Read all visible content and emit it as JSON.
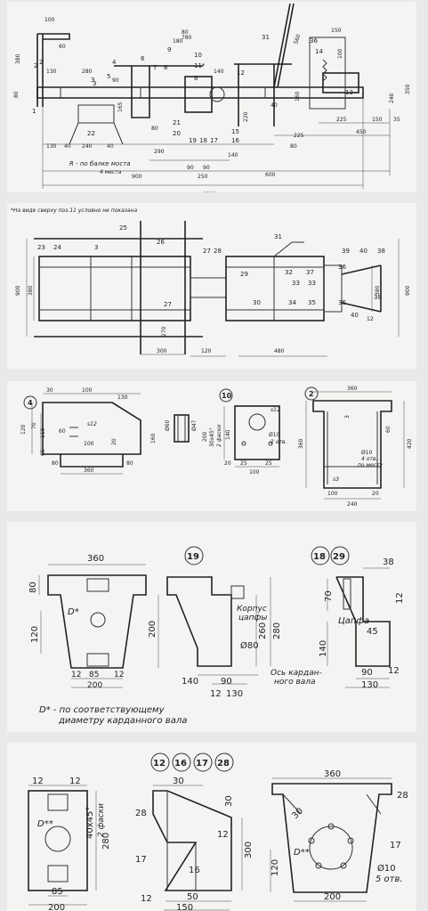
{
  "section1": {
    "dims": [
      "100",
      "380",
      "60",
      "130",
      "280",
      "3",
      "90",
      "165",
      "80",
      "22",
      "2",
      "1",
      "130",
      "40",
      "240",
      "40",
      "290",
      "80",
      "21",
      "20",
      "19",
      "18",
      "17",
      "15",
      "16",
      "220",
      "140",
      "90",
      "90",
      "250",
      "600",
      "225",
      "80",
      "450",
      "225",
      "150",
      "35",
      "240",
      "350",
      "150",
      "100",
      "140",
      "180",
      "160",
      "780",
      "2220",
      "900",
      "560"
    ],
    "nums": [
      "2",
      "4",
      "5",
      "6",
      "7",
      "8",
      "9",
      "80",
      "10",
      "11*",
      "6",
      "12",
      "31",
      "36",
      "14",
      "13",
      "40",
      "3"
    ],
    "note1": "R - по балке моста",
    "note2": "4 места"
  },
  "section2": {
    "header": "*На виде сверху поз.11 условно не показана",
    "nums": [
      "25",
      "23",
      "24",
      "3",
      "26",
      "27",
      "27",
      "28",
      "29",
      "31",
      "39",
      "40",
      "38",
      "32",
      "37",
      "33",
      "33",
      "30",
      "34",
      "35",
      "36",
      "36",
      "38",
      "40",
      "12"
    ],
    "dims": [
      "900",
      "380",
      "270",
      "300",
      "120",
      "480",
      "380",
      "900"
    ]
  },
  "section3": {
    "markers": [
      "4",
      "10",
      "2"
    ],
    "part4": [
      "30",
      "100",
      "130",
      "70",
      "120",
      "110",
      "65",
      "60",
      "s12",
      "100",
      "20",
      "160",
      "80",
      "360",
      "80"
    ],
    "mid": [
      "Ø60",
      "Ø47",
      "200",
      "30x45°",
      "2 фаски",
      "140",
      "20",
      "s12",
      "Ø10",
      "2 отв.",
      "25",
      "25",
      "100"
    ],
    "part2": [
      "360",
      "3",
      "60",
      "360",
      "420",
      "Ø10",
      "4 отв.",
      "по месту",
      "s3",
      "100",
      "20",
      "240"
    ]
  },
  "section4": {
    "markers": [
      "19",
      "18",
      "29"
    ],
    "dims": [
      "360",
      "80",
      "D*",
      "200",
      "120",
      "12",
      "85",
      "12",
      "200",
      "Корпус",
      "цапфы",
      "260",
      "280",
      "Ø80",
      "140",
      "90",
      "12",
      "130",
      "Ось кардан-",
      "ного вала",
      "38",
      "70",
      "12",
      "Цапфа",
      "45",
      "140",
      "90",
      "12",
      "130"
    ],
    "footnote1": "D* - по соответствующему",
    "footnote2": "диаметру карданного вала"
  },
  "section5": {
    "markers": [
      "12",
      "16",
      "17",
      "28"
    ],
    "dims": [
      "12",
      "12",
      "D**",
      "40x45°",
      "2 фаски",
      "280",
      "85",
      "200",
      "30",
      "28",
      "30",
      "12",
      "17",
      "16",
      "300",
      "12",
      "50",
      "150",
      "360",
      "28",
      "30",
      "120",
      "D**",
      "17",
      "Ø10",
      "5 отв.",
      "200"
    ]
  }
}
